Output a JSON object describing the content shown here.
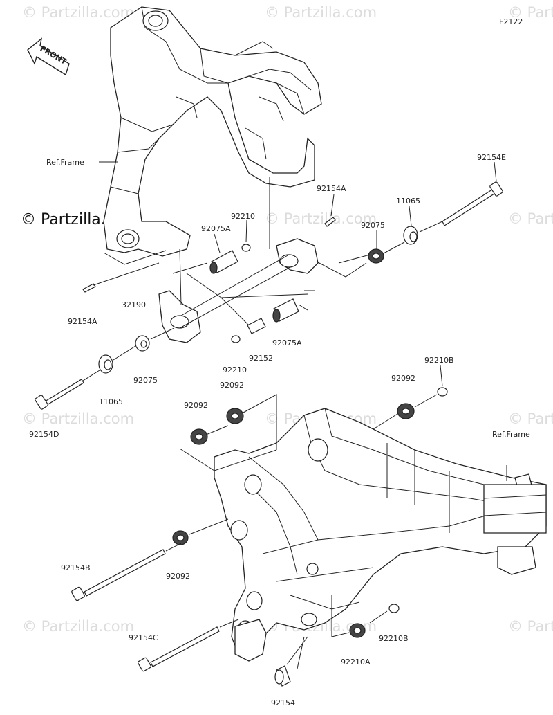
{
  "figure_code": "F2122",
  "front_label": "FRONT",
  "copyright": "© Partzilla.com",
  "watermark": "© Partzilla.com",
  "labels": {
    "ref_frame_top": "Ref.Frame",
    "ref_frame_right": "Ref.Frame",
    "p92154E": "92154E",
    "p92154A_top": "92154A",
    "p11065_top": "11065",
    "p92210_top": "92210",
    "p92075A_top": "92075A",
    "p92075_top": "92075",
    "p92154A_left": "92154A",
    "p32190": "32190",
    "p92210_mid": "92210",
    "p92152": "92152",
    "p92075A_mid": "92075A",
    "p92075_bot": "92075",
    "p11065_bot": "11065",
    "p92154D": "92154D",
    "p92210B_top": "92210B",
    "p92092_right": "92092",
    "p92092_mid": "92092",
    "p92092_left": "92092",
    "p92092_low": "92092",
    "p92154B": "92154B",
    "p92154C": "92154C",
    "p92210B_low": "92210B",
    "p92210A": "92210A",
    "p92154": "92154"
  }
}
